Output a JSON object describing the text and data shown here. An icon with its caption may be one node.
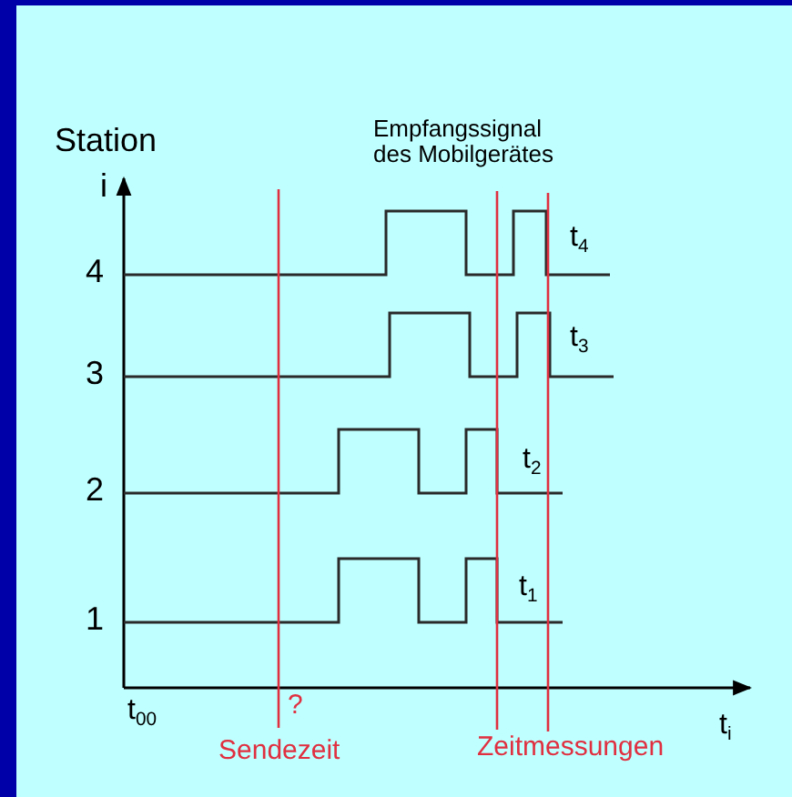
{
  "diagram": {
    "labels": [
      "Station",
      "Empfangssignal des Mobilgerätes",
      "i",
      "t$_{4}$",
      "4",
      "t$_{3}$",
      "3",
      "2",
      "t$_{2}$",
      "t$_{1}$",
      "1",
      "t$_{00}$",
      "?",
      "t$_{i}$",
      "Sendezeit",
      "Zeitmessungen"
    ]
  }
}
